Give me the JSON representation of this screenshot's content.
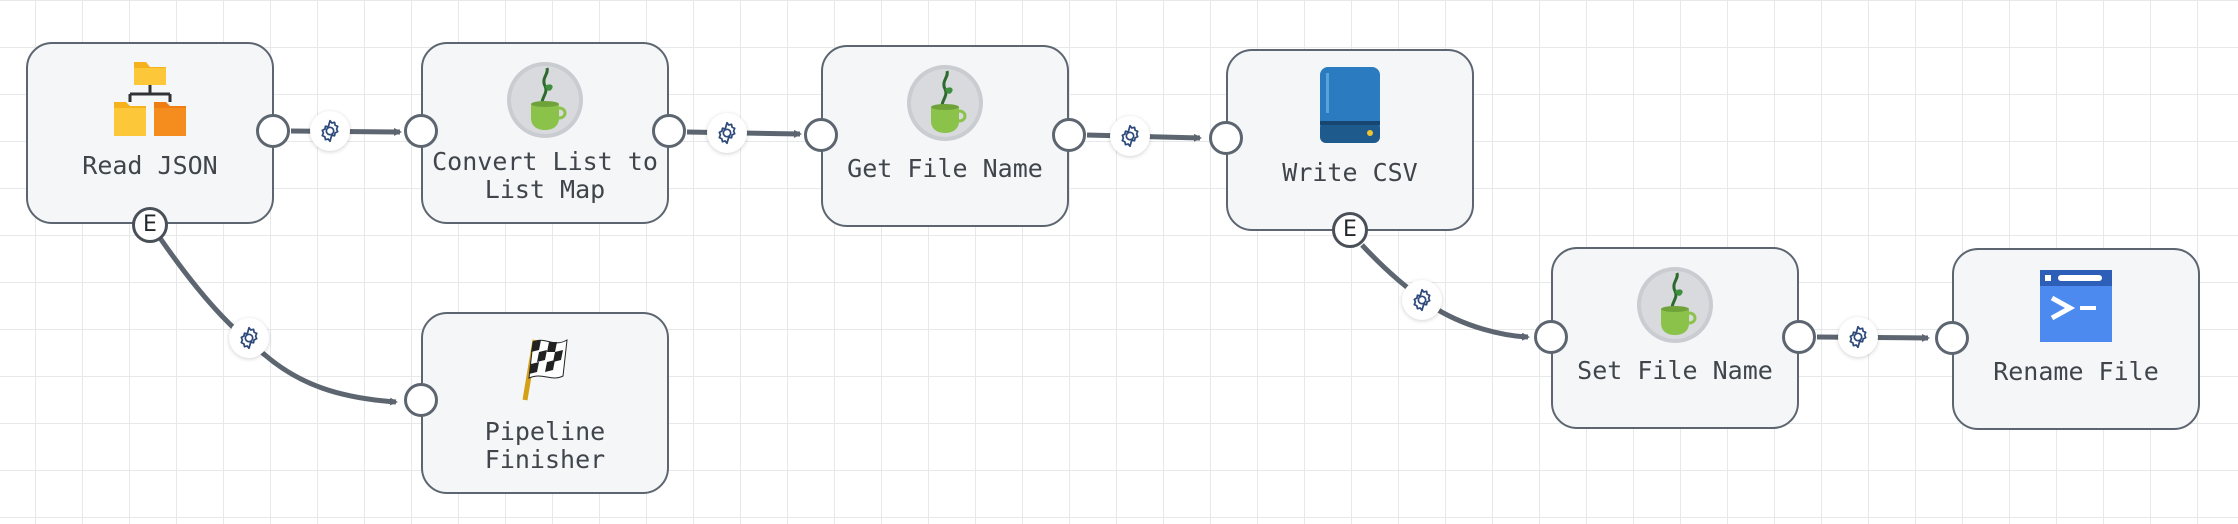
{
  "colors": {
    "edge": "#5d6670",
    "node_bg": "#f4f6f8",
    "node_border": "#5d6670",
    "gear": "#2d4a7a",
    "grid": "#e6e8ea"
  },
  "nodes": [
    {
      "id": "read-json",
      "label": "Read JSON",
      "icon": "folder-hierarchy-icon"
    },
    {
      "id": "convert-list",
      "label": "Convert List to List Map",
      "icon": "java-sprout-icon"
    },
    {
      "id": "get-file-name",
      "label": "Get File Name",
      "icon": "java-sprout-icon"
    },
    {
      "id": "write-csv",
      "label": "Write CSV",
      "icon": "storage-drive-icon"
    },
    {
      "id": "pipeline-finisher",
      "label": "Pipeline Finisher",
      "icon": "checkered-flag-icon"
    },
    {
      "id": "set-file-name",
      "label": "Set File Name",
      "icon": "java-sprout-icon"
    },
    {
      "id": "rename-file",
      "label": "Rename File",
      "icon": "terminal-icon"
    }
  ],
  "error_port_label": "E",
  "edges": [
    {
      "from": "read-json",
      "to": "convert-list",
      "port": "output"
    },
    {
      "from": "convert-list",
      "to": "get-file-name",
      "port": "output"
    },
    {
      "from": "get-file-name",
      "to": "write-csv",
      "port": "output"
    },
    {
      "from": "read-json",
      "to": "pipeline-finisher",
      "port": "error"
    },
    {
      "from": "write-csv",
      "to": "set-file-name",
      "port": "error"
    },
    {
      "from": "set-file-name",
      "to": "rename-file",
      "port": "output"
    }
  ]
}
